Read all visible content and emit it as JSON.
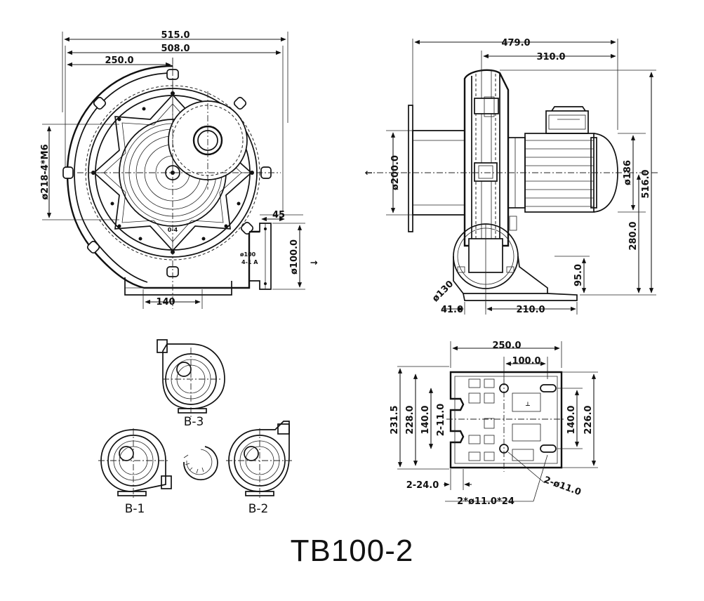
{
  "model": "TB100-2",
  "front_view": {
    "dims": {
      "overall_width": "515.0",
      "width_2": "508.0",
      "center_offset": "250.0",
      "bolt_circle": "ø218-4*M6",
      "outlet_offset": "45",
      "outlet_flange": "ø100.0",
      "outlet_inner": "ø100",
      "outlet_note": "4-1 A",
      "base_width": "140",
      "center_mark": "0-4"
    }
  },
  "side_view": {
    "dims": {
      "overall_length": "479.0",
      "motor_length": "310.0",
      "inlet_dia": "ø200.0",
      "motor_dia": "ø186",
      "overall_height": "516.0",
      "center_height": "280.0",
      "outlet_height": "95.0",
      "inlet_flange": "ø130",
      "base_offset": "41.0",
      "base_length": "210.0"
    }
  },
  "orientations": {
    "labels": [
      "B-3",
      "B-1",
      "B-2"
    ]
  },
  "base_plate": {
    "dims": {
      "width": "250.0",
      "hole_spacing_x": "100.0",
      "height_outer": "231.5",
      "height_inner": "228.0",
      "slot_width": "2-11.0",
      "hole_spacing_y_left": "140.0",
      "hole_spacing_y_right": "140.0",
      "height_right": "226.0",
      "edge_offset": "2-24.0",
      "hole_dia": "2-ø11.0",
      "slot_note": "2*ø11.0*24"
    }
  }
}
